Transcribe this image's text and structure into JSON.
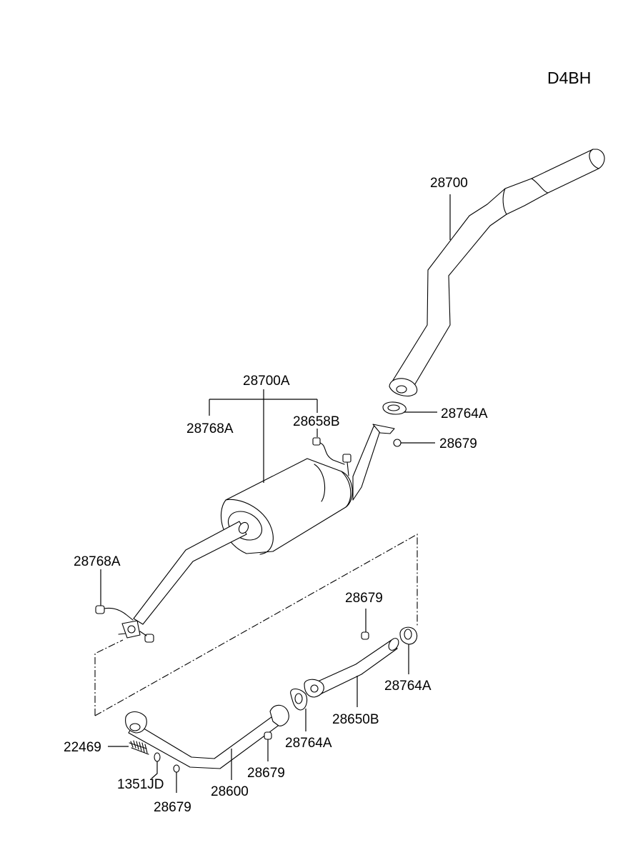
{
  "engine_code": "D4BH",
  "labels": {
    "tail_pipe": "28700",
    "muffler_assy": "28700A",
    "hanger_front": "28768A",
    "hanger_rear": "28768A",
    "bracket": "28658B",
    "gasket_1": "28764A",
    "gasket_2": "28764A",
    "gasket_3": "28764A",
    "nut_1": "28679",
    "nut_2": "28679",
    "nut_3": "28679",
    "nut_4": "28679",
    "center_pipe": "28650B",
    "front_pipe": "28600",
    "spring": "22469",
    "bolt": "1351JD"
  }
}
